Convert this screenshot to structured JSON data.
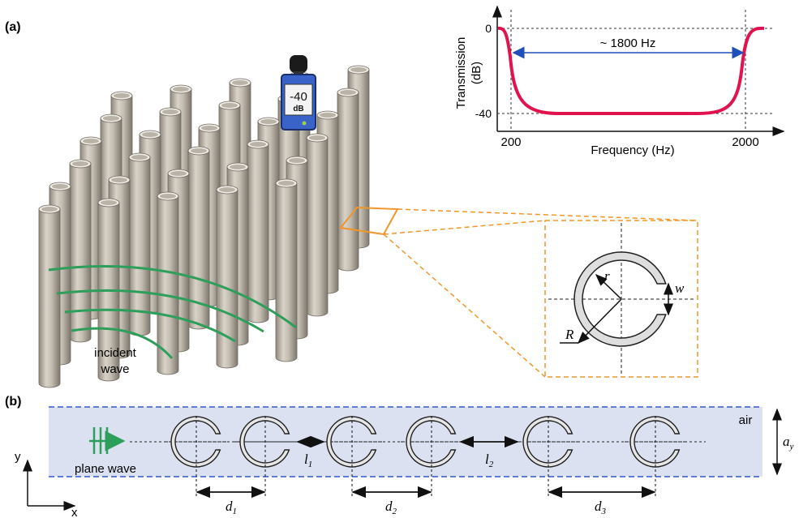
{
  "panel_a": {
    "label": "(a)",
    "meter": {
      "reading": "-40",
      "unit": "dB"
    },
    "incident_label_line1": "incident",
    "incident_label_line2": "wave",
    "graph": {
      "ylabel_line1": "Transmission",
      "ylabel_line2": "(dB)",
      "xlabel": "Frequency (Hz)",
      "ytick_top": "0",
      "ytick_bottom": "-40",
      "xtick_left": "200",
      "xtick_right": "2000",
      "bandwidth_label": "~ 1800 Hz"
    },
    "detail": {
      "r_label": "r",
      "R_label": "R",
      "w_label": "w"
    }
  },
  "panel_b": {
    "label": "(b)",
    "air_label": "air",
    "plane_wave_label": "plane wave",
    "axis_y": "y",
    "axis_x": "x",
    "a_label": "a",
    "a_sub": "y",
    "l1": "l",
    "l1_sub": "1",
    "l2": "l",
    "l2_sub": "2",
    "d1": "d",
    "d1_sub": "1",
    "d2": "d",
    "d2_sub": "2",
    "d3": "d",
    "d3_sub": "3"
  },
  "colors": {
    "cylinder": "#b9b2a6",
    "wave": "#2e9e5b",
    "curve": "#e0134f",
    "arrow_blue": "#1f4fb8",
    "band": "#dbe1f1",
    "band_edge": "#3355cc",
    "zoom": "#f0962a"
  }
}
